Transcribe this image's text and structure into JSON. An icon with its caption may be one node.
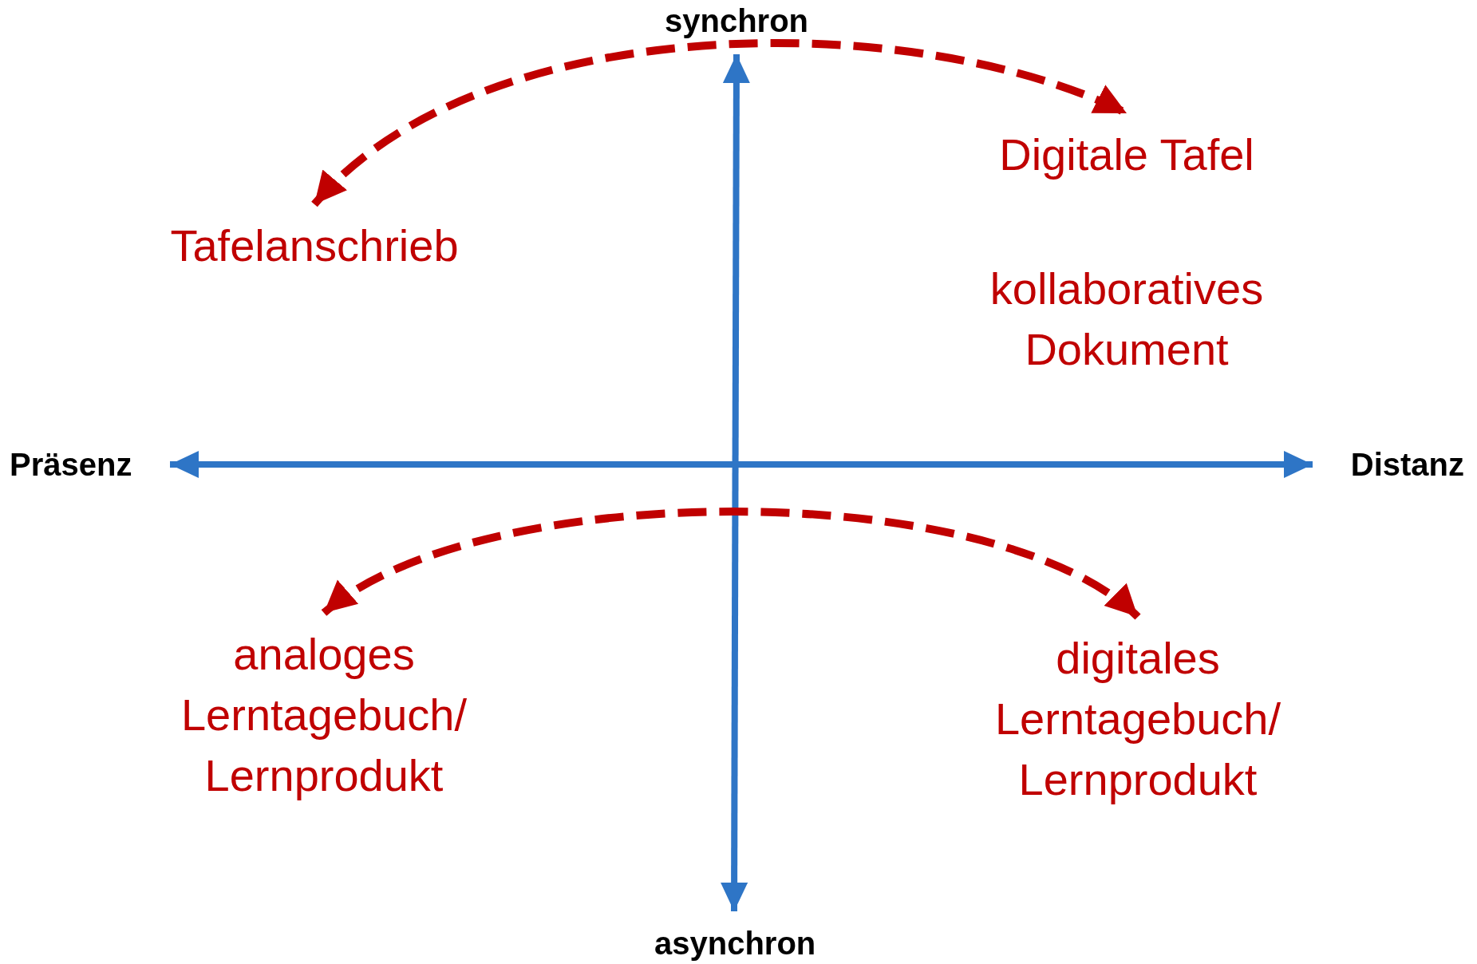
{
  "diagram": {
    "nodes": [
      {
        "text": [
          "Tafelanschrieb"
        ]
      },
      {
        "text": [
          "Digitale Tafel"
        ]
      },
      {
        "text": [
          "kollaboratives Dokument"
        ]
      },
      {
        "text": [
          "analoges Lerntagebuch/ Lernprodukt"
        ]
      },
      {
        "text": [
          "digitales Lerntagebuch/ Lernprodukt"
        ]
      }
    ],
    "edges": [
      {
        "from": 0,
        "to": 1,
        "arrow": "both",
        "style": "dashed"
      },
      {
        "from": 3,
        "to": 4,
        "arrow": "both",
        "style": "dashed"
      }
    ],
    "labels": [
      "synchron",
      "Präsenz",
      "Distanz",
      "asynchron"
    ]
  }
}
